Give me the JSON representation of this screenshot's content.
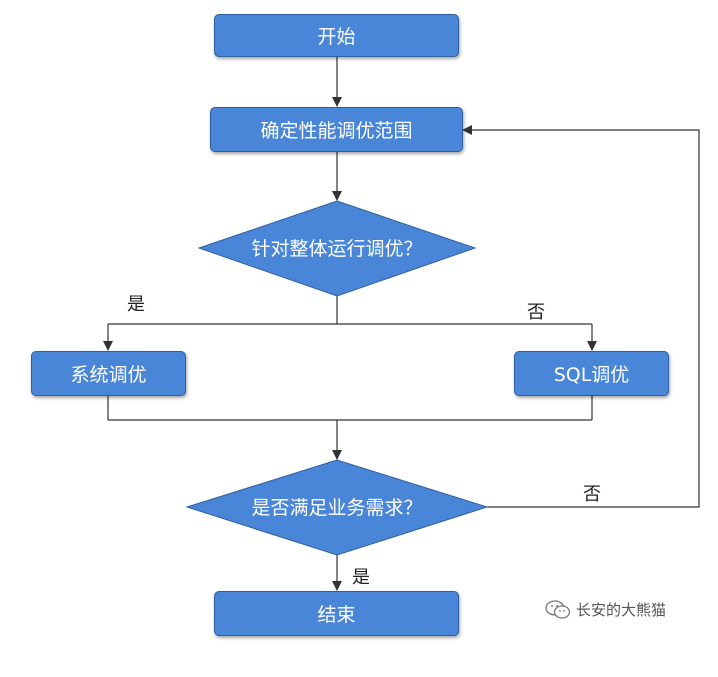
{
  "nodes": {
    "start": "开始",
    "define_scope": "确定性能调优范围",
    "decision_overall": "针对整体运行调优？",
    "system_tuning": "系统调优",
    "sql_tuning": "SQL调优",
    "decision_meets": "是否满足业务需求？",
    "end": "结束"
  },
  "edge_labels": {
    "yes_left": "是",
    "no_right": "否",
    "no_loop": "否",
    "yes_down": "是"
  },
  "watermark": {
    "text": "长安的大熊猫",
    "icon": "wechat-icon"
  },
  "colors": {
    "node_fill": "#4a86d8",
    "node_border": "#2f5f9e",
    "line": "#333333"
  }
}
